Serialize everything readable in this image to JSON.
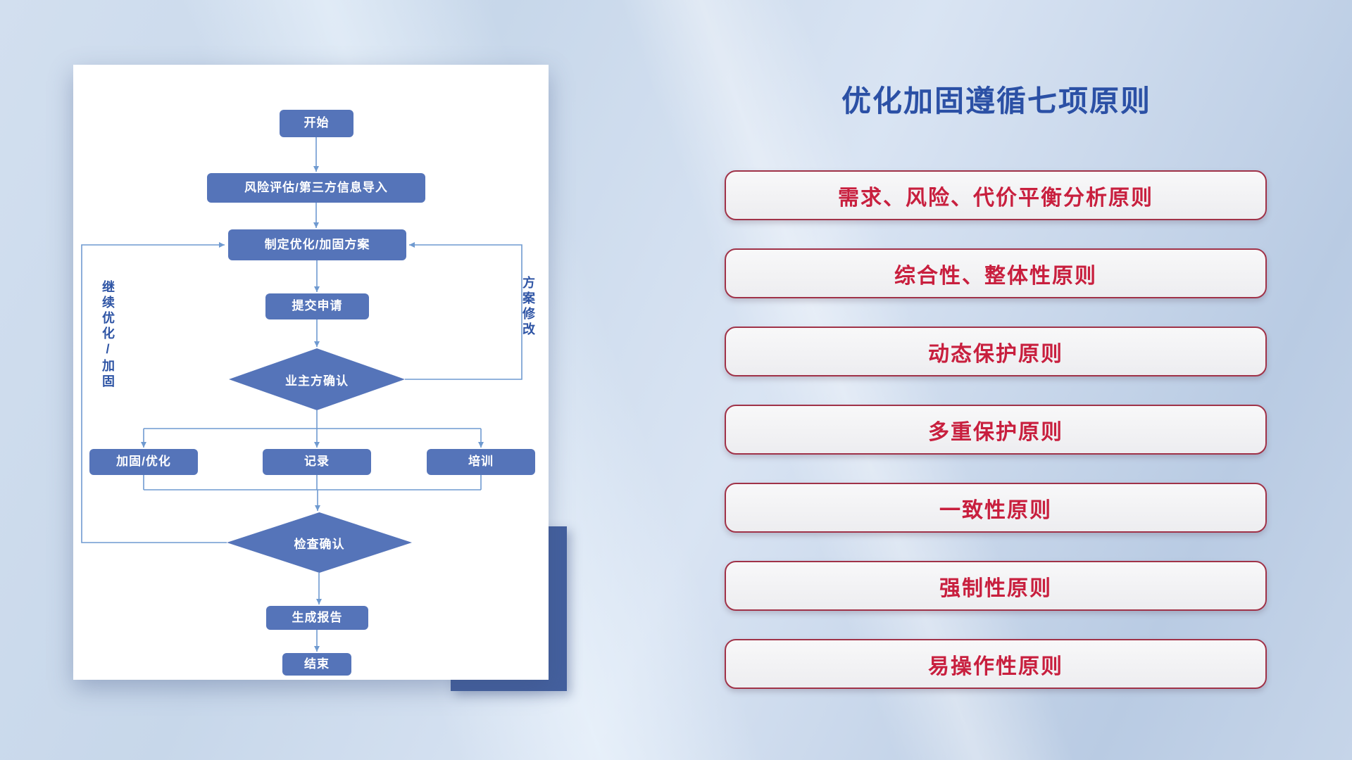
{
  "colors": {
    "node_fill": "#5574b9",
    "connector_line": "#6f9ad0",
    "accent_block": "#44609e",
    "title_blue": "#2b50a5",
    "pill_border": "#a03248",
    "pill_text": "#c81f3e",
    "pill_background": "#f0f0f2"
  },
  "flowchart": {
    "nodes": {
      "start": "开始",
      "risk": "风险评估/第三方信息导入",
      "plan": "制定优化/加固方案",
      "submit": "提交申请",
      "owner_confirm": "业主方确认",
      "harden": "加固/优化",
      "record": "记录",
      "training": "培训",
      "check_confirm": "检查确认",
      "report": "生成报告",
      "end": "结束"
    },
    "labels": {
      "continue_loop": "继续优化/加固",
      "revise_loop": "方案修改"
    }
  },
  "principles": {
    "title": "优化加固遵循七项原则",
    "items": [
      {
        "label": "需求、风险、代价平衡分析原则"
      },
      {
        "label": "综合性、整体性原则"
      },
      {
        "label": "动态保护原则"
      },
      {
        "label": "多重保护原则"
      },
      {
        "label": "一致性原则"
      },
      {
        "label": "强制性原则"
      },
      {
        "label": "易操作性原则"
      }
    ]
  }
}
